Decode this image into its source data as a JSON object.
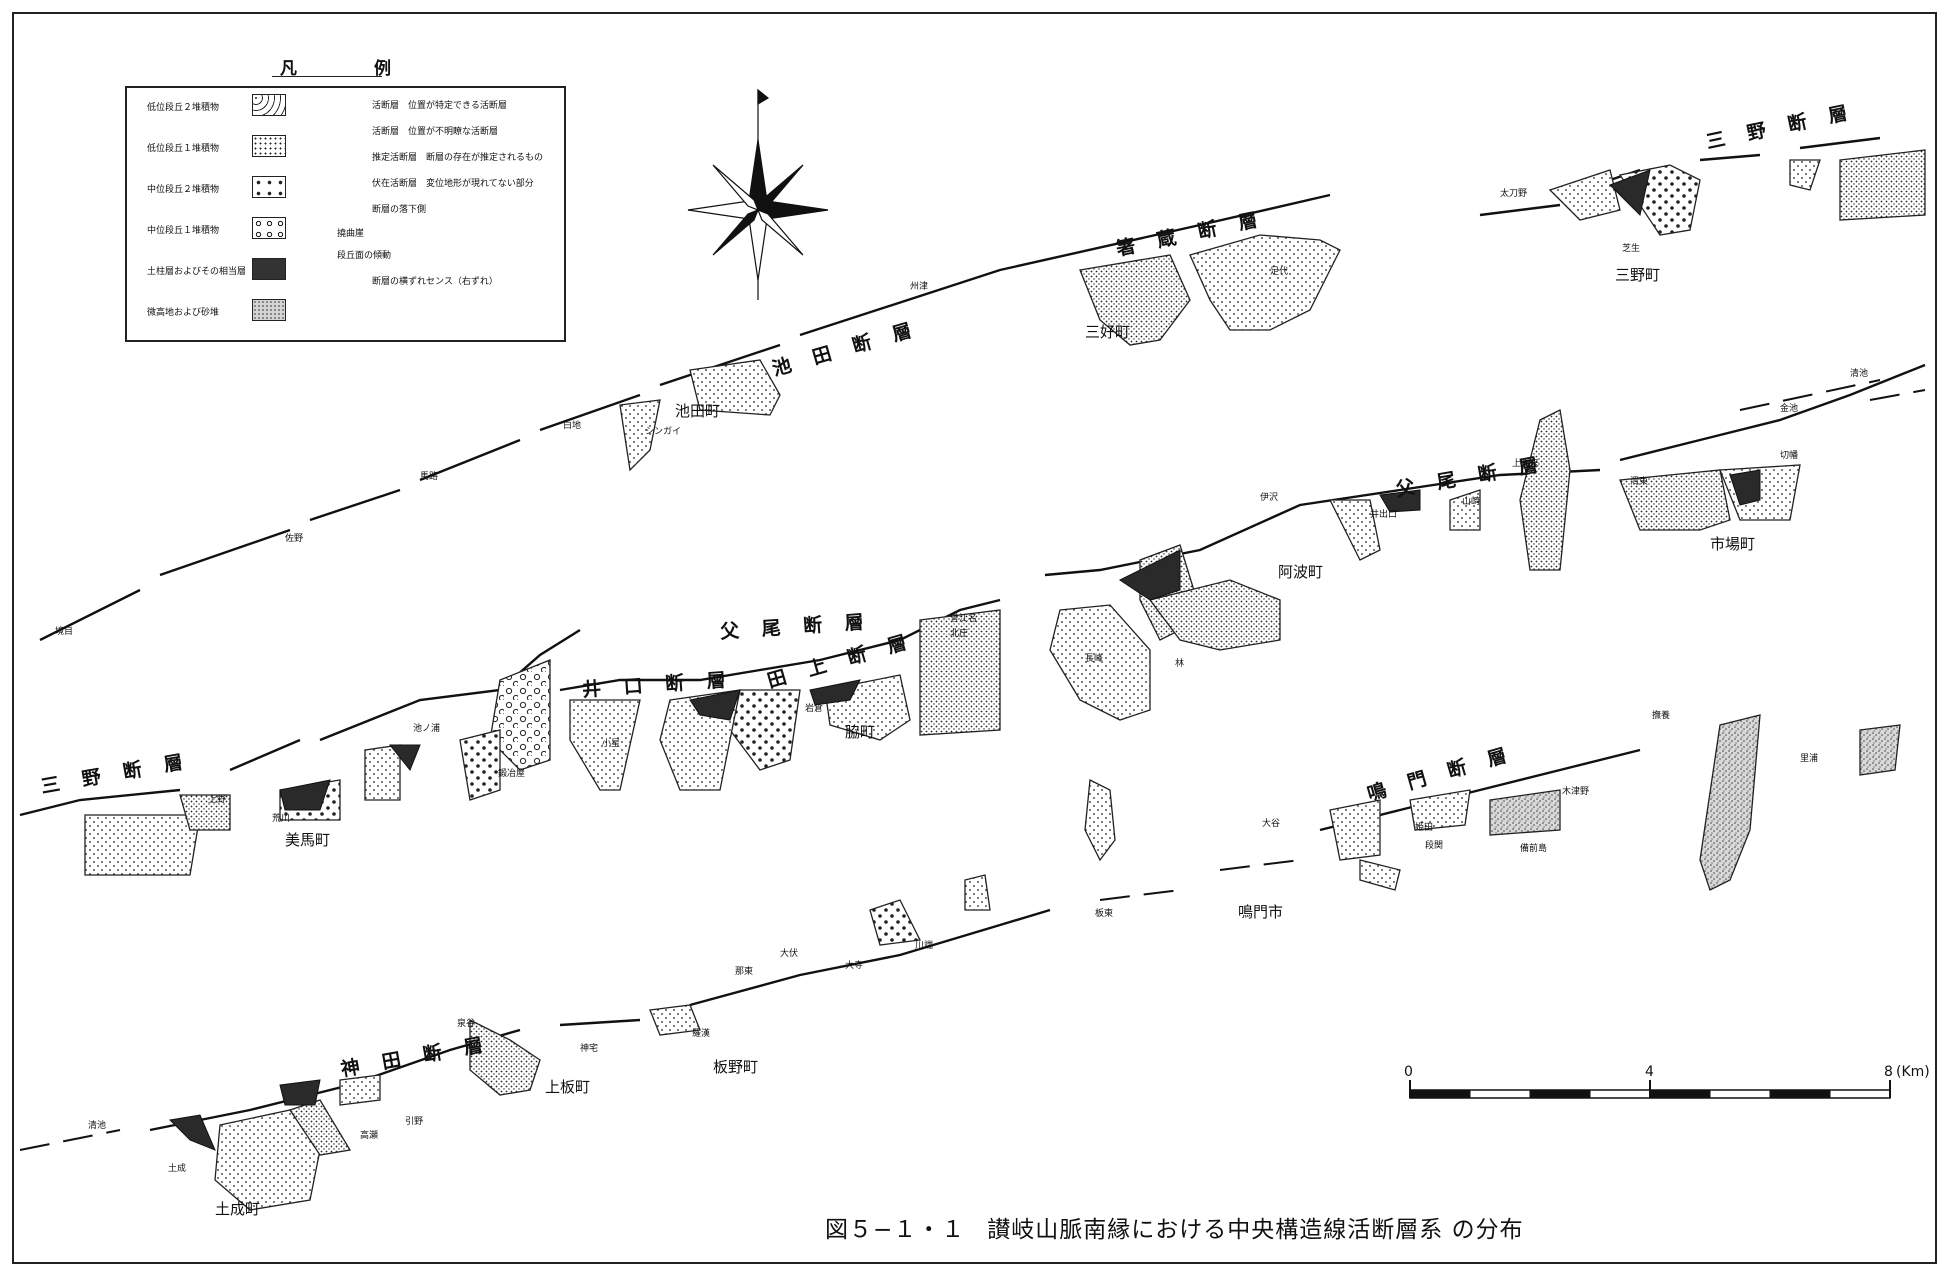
{
  "legend": {
    "title": "凡　例",
    "areas": [
      {
        "label": "低位段丘２堆積物",
        "pattern": "fine-dots"
      },
      {
        "label": "低位段丘１堆積物",
        "pattern": "dense-dots"
      },
      {
        "label": "中位段丘２堆積物",
        "pattern": "big-dots"
      },
      {
        "label": "中位段丘１堆積物",
        "pattern": "circles"
      },
      {
        "label": "土柱層およびその相当層",
        "pattern": "dark"
      },
      {
        "label": "微高地および砂堆",
        "pattern": "stipple"
      }
    ],
    "lines": [
      {
        "label": "活断層　位置が特定できる活断層"
      },
      {
        "label": "活断層　位置が不明瞭な活断層"
      },
      {
        "label": "推定活断層　断層の存在が推定されるもの"
      },
      {
        "label": "伏在活断層　変位地形が現れてない部分"
      },
      {
        "label": "断層の落下側"
      },
      {
        "label": "撓曲崖"
      },
      {
        "label": "段丘面の傾動"
      },
      {
        "label": "断層の横ずれセンス（右ずれ）"
      }
    ]
  },
  "faults": {
    "sanuki": "三 野 断 層",
    "sobue": "箸 蔵 断 層",
    "ikeda": "池 田 断 層",
    "chichio_e": "父 尾 断 層",
    "chichio_w": "父 尾 断 層",
    "taue": "田 上 断 層",
    "iguchi": "井 口 断 層",
    "mino_w": "三 野 断 層",
    "naruto": "鳴 門 断 層",
    "kanda": "神 田 断 層"
  },
  "towns": {
    "mino": "三野町",
    "miyoshi": "三好町",
    "ikeda": "池田町",
    "awa": "阿波町",
    "ichiba": "市場町",
    "waki": "脇町",
    "mima": "美馬町",
    "naruto": "鳴門市",
    "kamiita": "上板町",
    "itano": "板野町",
    "donari": "土成町"
  },
  "places": {
    "tachino": "太刀野",
    "shibau": "芝生",
    "sakaime": "境目",
    "sano": "佐野",
    "umaji": "馬路",
    "shiraji": "白地",
    "shingai": "シンガイ",
    "shuzu": "州津",
    "ashishiro": "足代",
    "izawa": "伊沢",
    "ideguchi": "井出口",
    "yamazaki": "山崎",
    "kamiokuno": "上喜来",
    "shimizu": "清池",
    "kaneshima": "金池",
    "kirihata": "切幡",
    "kamiyake": "渭東",
    "hayashi": "林",
    "nagasaki": "長峰",
    "kitasho": "北庄",
    "iwakura": "岩倉",
    "komi": "小星",
    "ikenoura": "池ノ浦",
    "kajiya": "鍛冶屋",
    "araka": "荒川",
    "kamino": "上野",
    "ohtani": "大谷",
    "kizuno": "木津野",
    "hirota": "姫田",
    "danse": "段関",
    "bizenjima": "備前島",
    "naruto_s": "撫養",
    "satoura": "里浦",
    "itahigashi": "板東",
    "kawabata": "川端",
    "ojidera": "大寺",
    "ohbushi": "大伏",
    "naka": "那東",
    "izumidani": "泉谷",
    "kamitaku": "神宅",
    "hatanaka": "羅漢",
    "hikino": "引野",
    "takashima": "高瀬",
    "shimizu_w": "清池",
    "donari_p": "土成",
    "kahashi": "曽江名"
  },
  "scale": {
    "zero": "0",
    "mid": "4",
    "max": "8",
    "unit": "(Km)"
  },
  "caption": {
    "figure": "図５−１・１",
    "title": "讃岐山脈南縁における中央構造線活断層系 の分布"
  }
}
